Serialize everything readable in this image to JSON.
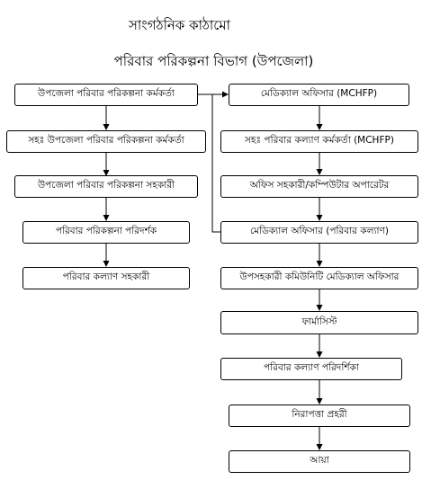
{
  "header": {
    "title": "সাংগঠনিক কাঠামো",
    "subtitle": "পরিবার পরিকল্পনা বিভাগ (উপজেলা)"
  },
  "left_column": [
    "উপজেলা পরিবার পরিকল্পনা কর্মকর্তা",
    "সহঃ উপজেলা পরিবার পরিকল্পনা কর্মকর্তা",
    "উপজেলা পরিবার পরিকল্পনা সহকারী",
    "পরিবার পরিকল্পনা পরিদর্শক",
    "পরিবার কল্যাণ সহকারী"
  ],
  "right_column": [
    "মেডিক্যাল অফিসার (MCHFP)",
    "সহঃ পরিবার কল্যাণ কর্মকর্তা (MCHFP)",
    "অফিস সহকারী/কম্পিউটার অপারেটর",
    "মেডিক্যাল অফিসার (পরিবার কল্যাণ)",
    "উপসহকারী কমিউনিটি মেডিক্যাল অফিসার",
    "ফার্মাসিস্ট",
    "পরিবার কল্যাণ পরিদর্শিকা",
    "নিরাপত্তা প্রহরী",
    "আয়া"
  ]
}
